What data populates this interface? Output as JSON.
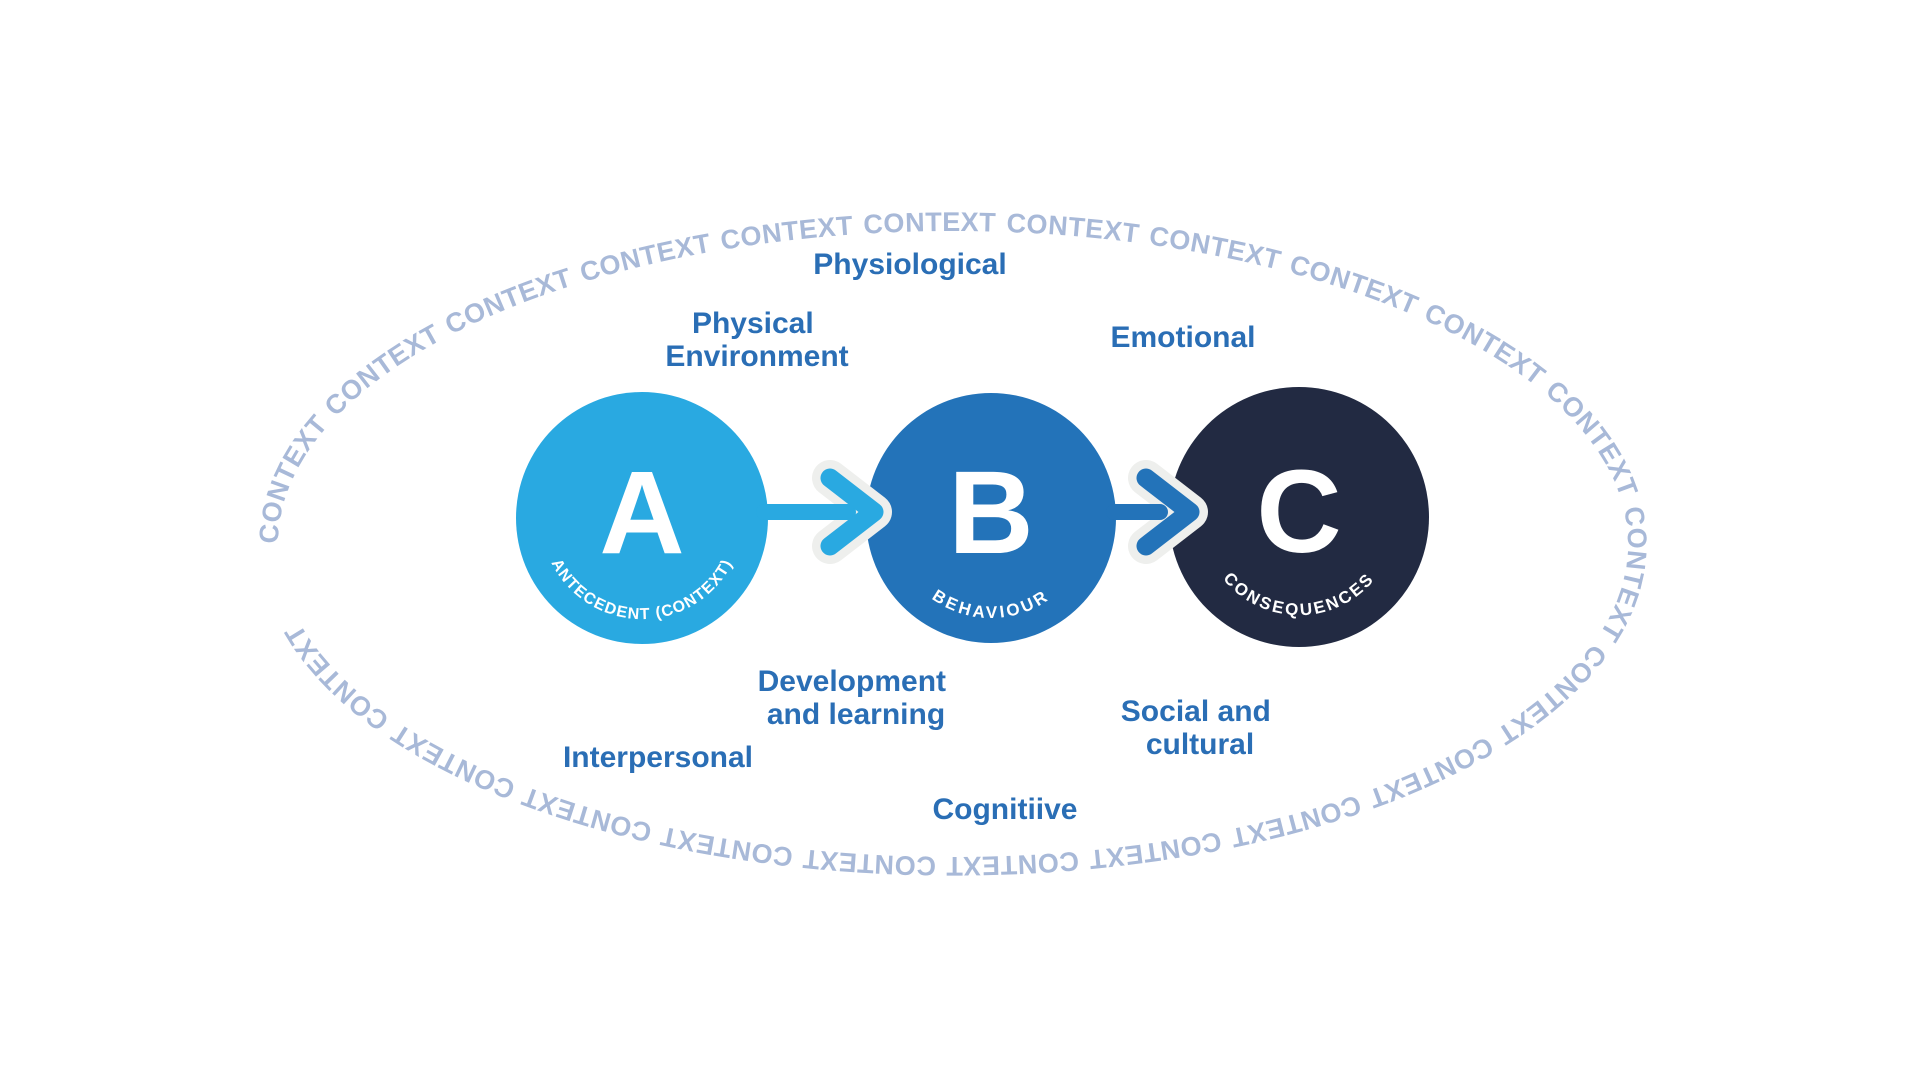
{
  "colors": {
    "background": "#FFFFFF",
    "circle_text": "#FFFFFF",
    "label_color": "#2A6EB5",
    "arrow_halo": "#EEEFED"
  },
  "ring": {
    "word": "CONTEXT",
    "repetitions": 22,
    "color": "#A8B9D8"
  },
  "circles": [
    {
      "letter": "A",
      "sublabel": "ANTECEDENT (CONTEXT)",
      "color": "#29A9E1"
    },
    {
      "letter": "B",
      "sublabel": "BEHAVIOUR",
      "color": "#2373B9"
    },
    {
      "letter": "C",
      "sublabel": "CONSEQUENCES",
      "color": "#222A42"
    }
  ],
  "arrows": [
    {
      "from": "A",
      "to": "B",
      "color": "#29A9E1"
    },
    {
      "from": "B",
      "to": "C",
      "color": "#2373B9"
    }
  ],
  "labels": {
    "physiological": {
      "text": "Physiological"
    },
    "physical_environment": {
      "line1": "Physical",
      "line2": "Environment"
    },
    "emotional": {
      "text": "Emotional"
    },
    "development_learning": {
      "line1": "Development",
      "line2": "and learning"
    },
    "interpersonal": {
      "text": "Interpersonal"
    },
    "social_cultural": {
      "line1": "Social and",
      "line2": "cultural"
    },
    "cognitiive": {
      "text": "Cognitiive"
    }
  }
}
